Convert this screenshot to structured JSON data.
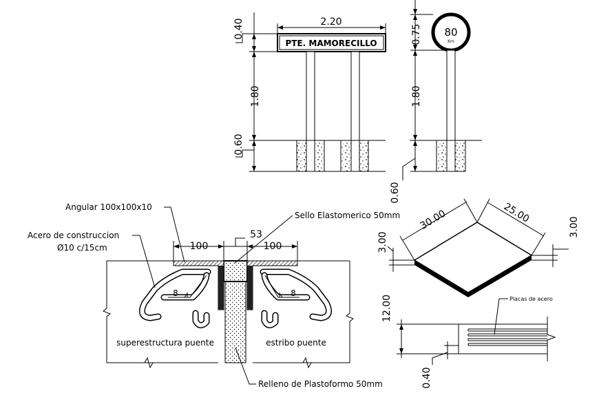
{
  "sign": {
    "board_text": "PTE. MAMORECILLO",
    "width_dim": "2.20",
    "board_height_dim": "0.40",
    "post_height_dim": "1.80",
    "footing_dim": "0.60"
  },
  "speed_sign": {
    "value": "80",
    "unit": "Km",
    "disc_dim": "0.75",
    "post_height_dim": "1.80",
    "footing_dim": "0.60"
  },
  "joint": {
    "angle_label": "Angular 100x100x10",
    "rebar_label_line1": "Acero de construccion",
    "rebar_label_line2": "Ø10 c/15cm",
    "seal_label": "Sello Elastomerico 50mm",
    "gap_dim": "53",
    "left_dim": "100",
    "right_dim": "100",
    "weld_left": "8",
    "weld_right": "8",
    "left_block_label": "superestructura puente",
    "right_block_label": "estribo puente",
    "filler_label": "Relleno de Plastoformo 50mm"
  },
  "bearing": {
    "length_dim": "30.00",
    "width_dim": "25.00",
    "thickness_left_dim": "3.00",
    "thickness_right_dim": "3.00",
    "section_height_dim": "12.00",
    "plate_thickness_dim": "0.40",
    "plates_label": "Placas de acero"
  }
}
